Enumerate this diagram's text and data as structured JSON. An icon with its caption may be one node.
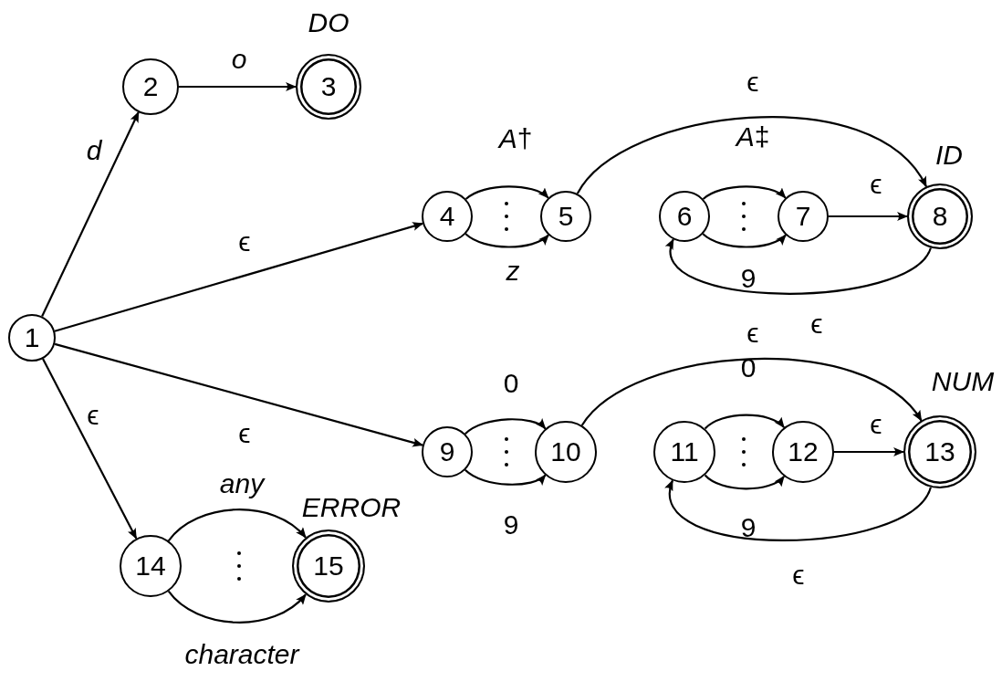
{
  "diagram": {
    "nodes": [
      {
        "text": [
          "1"
        ]
      },
      {
        "text": [
          "2"
        ]
      },
      {
        "text": [
          "3"
        ],
        "beside": [
          "DO"
        ]
      },
      {
        "text": [
          "4"
        ]
      },
      {
        "text": [
          "5"
        ]
      },
      {
        "text": [
          "6"
        ]
      },
      {
        "text": [
          "7"
        ]
      },
      {
        "text": [
          "8"
        ],
        "beside": [
          "ID"
        ]
      },
      {
        "text": [
          "9"
        ]
      },
      {
        "text": [
          "10"
        ]
      },
      {
        "text": [
          "11"
        ]
      },
      {
        "text": [
          "12"
        ]
      },
      {
        "text": [
          "13"
        ],
        "beside": [
          "NUM"
        ]
      },
      {
        "text": [
          "14"
        ]
      },
      {
        "text": [
          "15"
        ],
        "beside": [
          "ERROR"
        ]
      }
    ],
    "edges": [
      {
        "from": 0,
        "to": 1,
        "arrow": "to",
        "label": "d"
      },
      {
        "from": 1,
        "to": 2,
        "arrow": "to",
        "label": "o"
      },
      {
        "from": 0,
        "to": 3,
        "arrow": "to",
        "label": "ϵ"
      },
      {
        "from": 0,
        "to": 8,
        "arrow": "to",
        "label": "ϵ"
      },
      {
        "from": 0,
        "to": 13,
        "arrow": "to",
        "label": "ϵ"
      },
      {
        "from": 3,
        "to": 4,
        "arrow": "to",
        "label": "*A*†"
      },
      {
        "from": 3,
        "to": 4,
        "arrow": "to",
        "label": "z"
      },
      {
        "from": 4,
        "to": 7,
        "arrow": "to",
        "label": "ϵ"
      },
      {
        "from": 5,
        "to": 6,
        "arrow": "to",
        "label": "*A*‡"
      },
      {
        "from": 5,
        "to": 6,
        "arrow": "to",
        "label": "9"
      },
      {
        "from": 6,
        "to": 7,
        "arrow": "to",
        "label": "ϵ"
      },
      {
        "from": 7,
        "to": 5,
        "arrow": "to",
        "label": "ϵ"
      },
      {
        "from": 8,
        "to": 9,
        "arrow": "to",
        "label": "0"
      },
      {
        "from": 8,
        "to": 9,
        "arrow": "to",
        "label": "9"
      },
      {
        "from": 9,
        "to": 12,
        "arrow": "to",
        "label": "ϵ"
      },
      {
        "from": 10,
        "to": 11,
        "arrow": "to",
        "label": "0"
      },
      {
        "from": 10,
        "to": 11,
        "arrow": "to",
        "label": "9"
      },
      {
        "from": 11,
        "to": 12,
        "arrow": "to",
        "label": "ϵ"
      },
      {
        "from": 12,
        "to": 10,
        "arrow": "to",
        "label": "ϵ"
      },
      {
        "from": 13,
        "to": 14,
        "arrow": "to",
        "label": "any"
      },
      {
        "from": 13,
        "to": 14,
        "arrow": "to",
        "label": "character"
      }
    ]
  }
}
